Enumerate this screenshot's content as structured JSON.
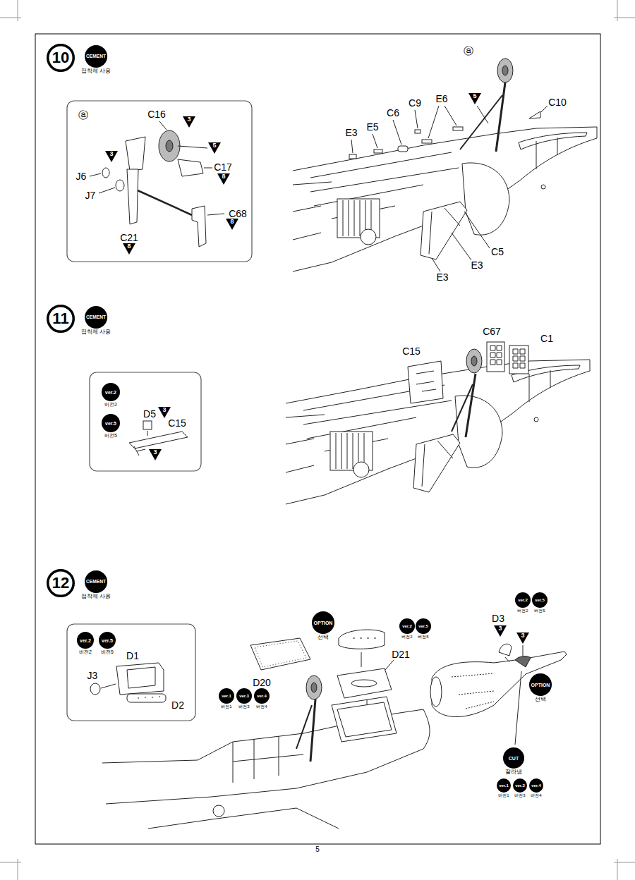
{
  "diagram": {
    "nodes": [
      {
        "text": [
          "10"
        ]
      },
      {
        "text": [
          "CEMENT",
          "접착제 사용"
        ]
      },
      {
        "text": [
          "3"
        ]
      },
      {
        "text": [
          "5"
        ]
      },
      {
        "text": [
          "3"
        ]
      },
      {
        "text": [
          "8"
        ]
      },
      {
        "text": [
          "8"
        ]
      },
      {
        "text": [
          "8"
        ]
      },
      {
        "text": [
          "5"
        ]
      },
      {
        "text": [
          "11"
        ]
      },
      {
        "text": [
          "CEMENT",
          "접착제 사용"
        ]
      },
      {
        "text": [
          "ver.2",
          "버전2"
        ]
      },
      {
        "text": [
          "ver.5",
          "버전5"
        ]
      },
      {
        "text": [
          "3"
        ]
      },
      {
        "text": [
          "3"
        ]
      },
      {
        "text": [
          "12"
        ]
      },
      {
        "text": [
          "CEMENT",
          "접착제 사용"
        ]
      },
      {
        "text": [
          "ver.2",
          "버전2"
        ]
      },
      {
        "text": [
          "ver.5",
          "버전5"
        ]
      },
      {
        "text": [
          "OPTION",
          "선택"
        ]
      },
      {
        "text": [
          "ver.1",
          "버전1"
        ]
      },
      {
        "text": [
          "ver.3",
          "버전3"
        ]
      },
      {
        "text": [
          "ver.4",
          "버전4"
        ]
      },
      {
        "text": [
          "ver.2",
          "버전2"
        ]
      },
      {
        "text": [
          "ver.5",
          "버전5"
        ]
      },
      {
        "text": [
          "ver.2",
          "버전2"
        ]
      },
      {
        "text": [
          "ver.5",
          "버전5"
        ]
      },
      {
        "text": [
          "3"
        ]
      },
      {
        "text": [
          "3"
        ]
      },
      {
        "text": [
          "OPTION",
          "선택"
        ]
      },
      {
        "text": [
          "CUT",
          "잘라냄"
        ]
      },
      {
        "text": [
          "ver.1",
          "버전1"
        ]
      },
      {
        "text": [
          "ver.3",
          "버전3"
        ]
      },
      {
        "text": [
          "ver.4",
          "버전4"
        ]
      }
    ],
    "labels": [
      "ⓐ",
      "C16",
      "J6",
      "J7",
      "C17",
      "C68",
      "C21",
      "ⓐ",
      "C10",
      "C9",
      "E6",
      "C6",
      "E5",
      "E3",
      "C5",
      "E3",
      "E3",
      "D5",
      "C15",
      "C15",
      "C67",
      "C1",
      "D1",
      "J3",
      "D2",
      "D20",
      "D21",
      "D3",
      "5"
    ]
  }
}
